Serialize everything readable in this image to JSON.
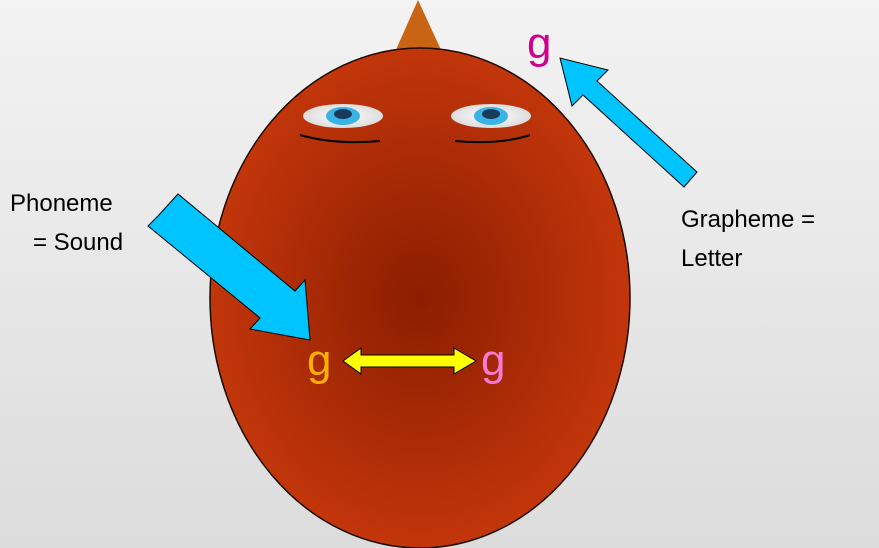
{
  "labels": {
    "phoneme_line1": "Phoneme",
    "phoneme_line2": "= Sound",
    "grapheme_line1": "Grapheme =",
    "grapheme_line2": "Letter"
  },
  "letters": {
    "top_g": "g",
    "mouth_left_g": "g",
    "mouth_right_g": "g"
  },
  "colors": {
    "head_center": "#8b1e00",
    "head_edge": "#c8380c",
    "hat": "#c86414",
    "eye_iris": "#3ab4e6",
    "arrow_blue": "#00c4ff",
    "arrow_yellow": "#ffff00",
    "top_g": "#d0008c",
    "mouth_left_g": "#ffb000",
    "mouth_right_g": "#ff7ad8",
    "text": "#000000"
  }
}
